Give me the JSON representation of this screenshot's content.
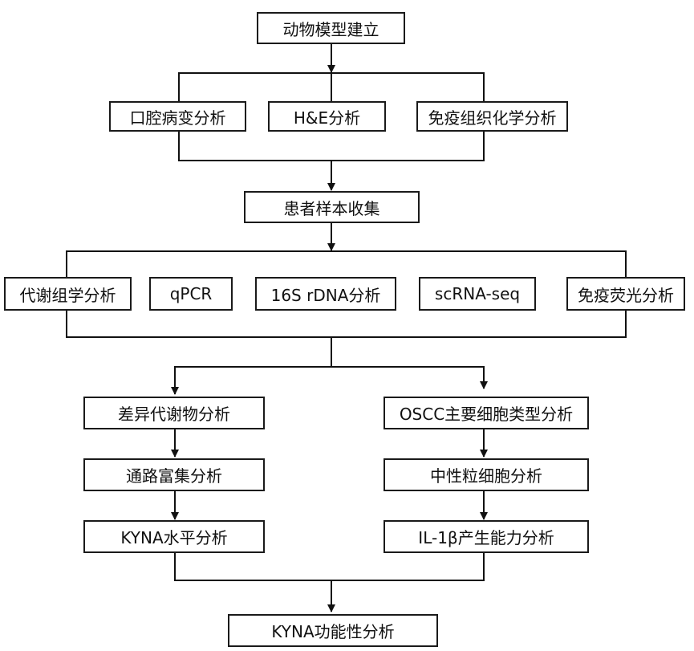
{
  "diagram": {
    "step_animal_model": "动物模型建立",
    "oral_lesion_analysis": "口腔病变分析",
    "he_analysis": "H&E分析",
    "ihc_analysis": "免疫组织化学分析",
    "patient_sample_collection": "患者样本收集",
    "metabolomics_analysis": "代谢组学分析",
    "qpcr": "qPCR",
    "rdna_16s_analysis": "16S rDNA分析",
    "scrna_seq": "scRNA-seq",
    "immunofluorescence_analysis": "免疫荧光分析",
    "diff_metabolite_analysis": "差异代谢物分析",
    "pathway_enrichment_analysis": "通路富集分析",
    "kyna_level_analysis": "KYNA水平分析",
    "oscc_cell_type_analysis": "OSCC主要细胞类型分析",
    "neutrophil_analysis": "中性粒细胞分析",
    "il1b_capacity_analysis": "IL-1β产生能力分析",
    "kyna_function_analysis": "KYNA功能性分析"
  }
}
